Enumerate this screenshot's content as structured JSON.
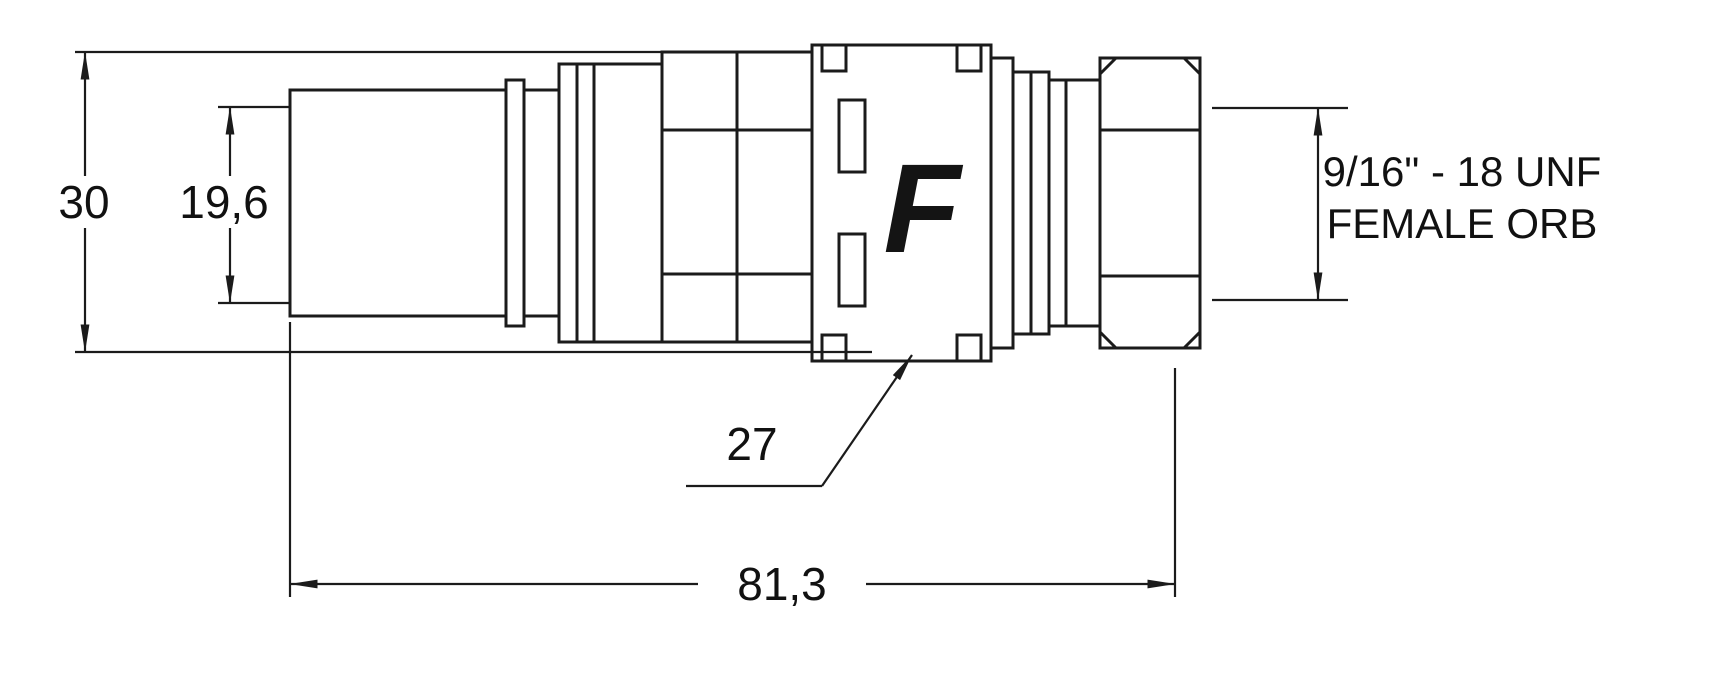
{
  "drawing": {
    "logo_letter": "F",
    "dimensions": {
      "overall_height_mm": "30",
      "plug_diameter_mm": "19,6",
      "hex_size_mm": "27",
      "overall_length_mm": "81,3"
    },
    "thread_callout": {
      "line1": "9/16\" - 18 UNF",
      "line2": "FEMALE ORB"
    },
    "colors": {
      "line": "#1b1b1b",
      "background": "#ffffff"
    }
  }
}
